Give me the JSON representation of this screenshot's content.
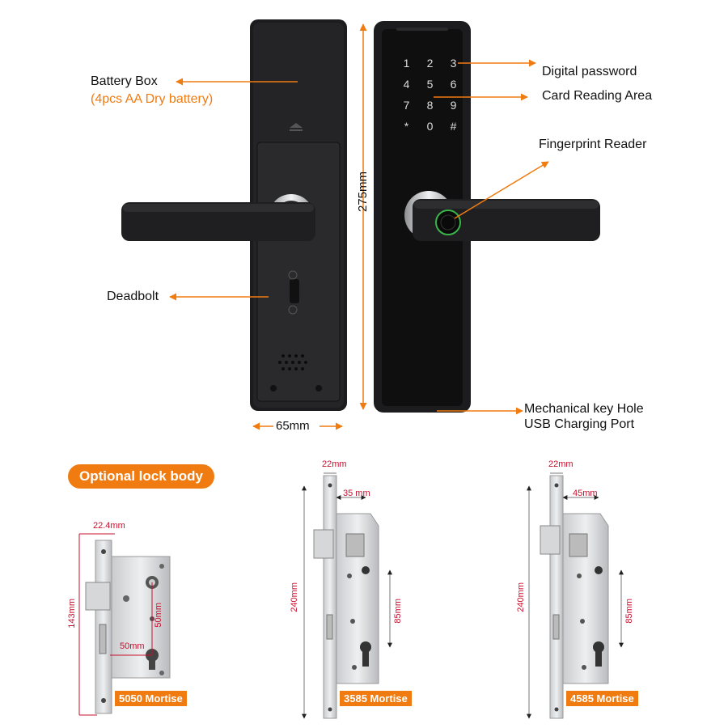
{
  "top": {
    "battery_box": "Battery Box",
    "battery_note": "(4pcs AA Dry battery)",
    "deadbolt": "Deadbolt",
    "digital_password": "Digital password",
    "card_reading_area": "Card Reading Area",
    "fingerprint_reader": "Fingerprint Reader",
    "mech_key_hole": "Mechanical key Hole",
    "usb_port": "USB Charging Port",
    "height_dim": "275mm",
    "width_dim": "65mm",
    "keypad": [
      "1",
      "2",
      "3",
      "4",
      "5",
      "6",
      "7",
      "8",
      "9",
      "*",
      "0",
      "#"
    ]
  },
  "bottom": {
    "optional_title": "Optional lock body",
    "mortise_5050": {
      "name": "5050 Mortise",
      "width_top": "22.4mm",
      "height": "143mm",
      "inner_v": "50mm",
      "inner_h": "50mm"
    },
    "mortise_3585": {
      "name": "3585 Mortise",
      "width_top": "22mm",
      "backset": "35 mm",
      "height": "240mm",
      "center": "85mm"
    },
    "mortise_4585": {
      "name": "4585 Mortise",
      "width_top": "22mm",
      "backset": "45mm",
      "height": "240mm",
      "center": "85mm"
    }
  },
  "colors": {
    "accent": "#f07b10",
    "dimension_red": "#c8102e",
    "lock_black": "#1c1c1e"
  }
}
